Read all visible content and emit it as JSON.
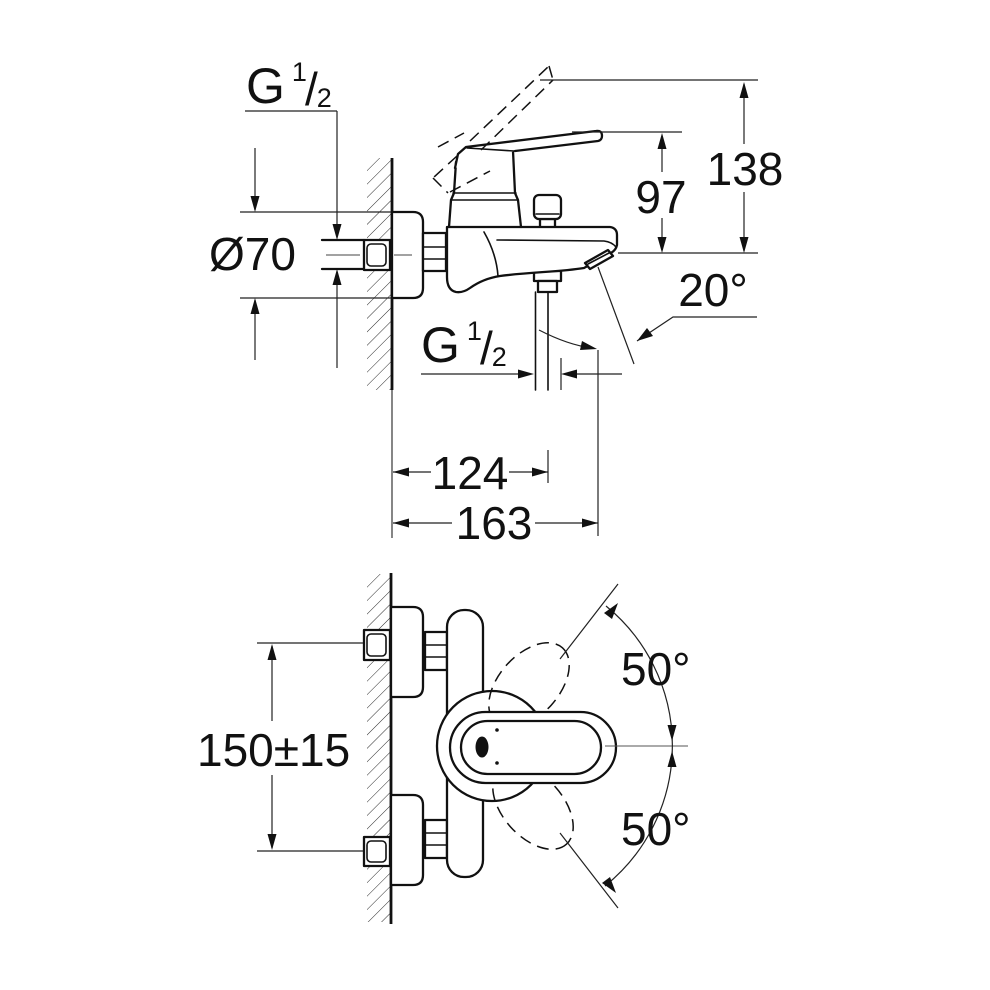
{
  "drawing": {
    "description": "Technical installation drawing of a wall-mounted single-lever bath shower mixer: side elevation (top) and plan view (bottom) with dimensions in mm",
    "background": "#ffffff",
    "line_color": "#111111",
    "dim_color": "#222222"
  },
  "side_view": {
    "labels": {
      "inlet_thread": {
        "prefix": "G",
        "numerator": "1",
        "slash": "/",
        "denominator": "2"
      },
      "escutcheon_diameter": "Ø70",
      "body_height": "97",
      "total_height": "138",
      "spout_angle": "20°",
      "outlet_thread": {
        "prefix": "G",
        "numerator": "1",
        "slash": "/",
        "denominator": "2"
      },
      "wall_to_outlet": "124",
      "wall_to_spout_tip": "163"
    }
  },
  "plan_view": {
    "labels": {
      "inlet_spacing": "150±15",
      "lever_swing_upper": "50°",
      "lever_swing_lower": "50°"
    }
  }
}
